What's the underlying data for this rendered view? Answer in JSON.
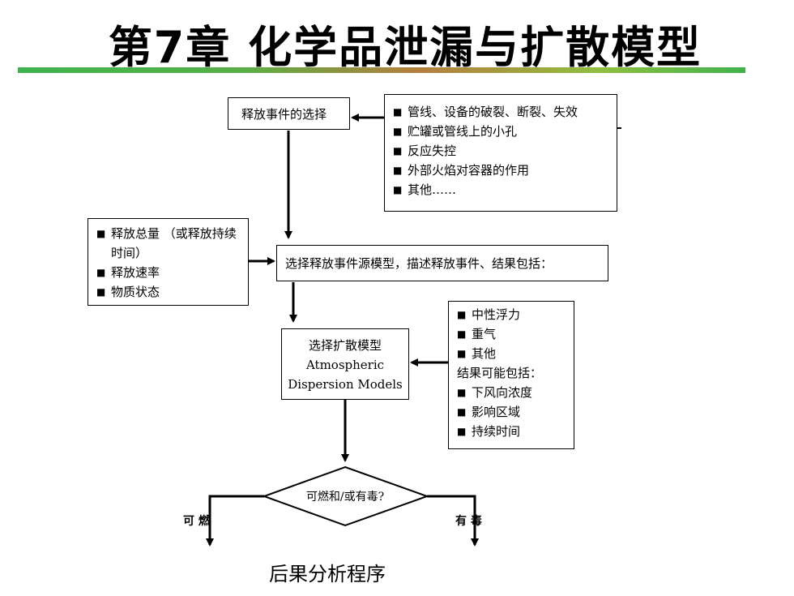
{
  "title": "第7章 化学品泄漏与扩散模型",
  "release_select": "释放事件的选择",
  "release_events": [
    "管线、设备的破裂、断裂、失效",
    "贮罐或管线上的小孔",
    "反应失控",
    "外部火焰对容器的作用",
    "其他……"
  ],
  "source_inputs": [
    "释放总量 （或释放持续时间）",
    "释放速率",
    "物质状态"
  ],
  "source_model": "选择释放事件源模型，描述释放事件、结果包括：",
  "dispersion": {
    "line1": "选择扩散模型",
    "line2": "Atmospheric",
    "line3": "Dispersion Models"
  },
  "dispersion_inputs": [
    "中性浮力",
    "重气",
    "其他"
  ],
  "dispersion_results_label": "结果可能包括：",
  "dispersion_results": [
    "下风向浓度",
    "影响区域",
    "持续时间"
  ],
  "decision": "可燃和/或有毒?",
  "left_branch": "可  燃",
  "right_branch": "有  毒",
  "footer": "后果分析程序"
}
